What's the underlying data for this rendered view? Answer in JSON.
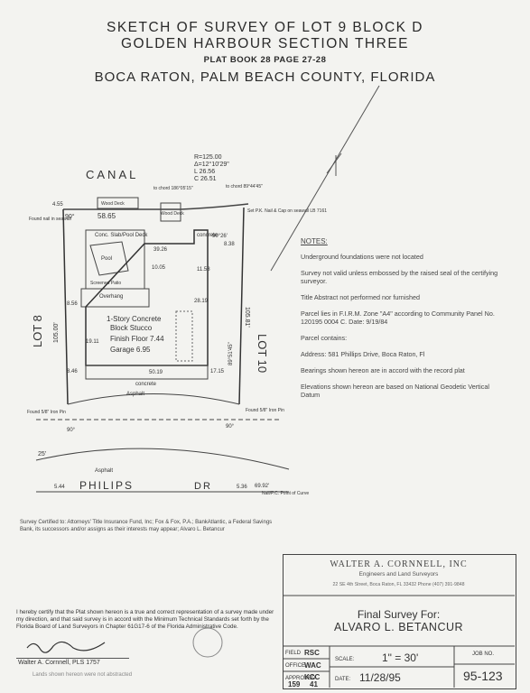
{
  "title": {
    "line1": "SKETCH OF SURVEY OF LOT 9 BLOCK D",
    "line2": "GOLDEN HARBOUR SECTION THREE",
    "line3": "PLAT BOOK 28 PAGE 27-28",
    "line4": "BOCA RATON, PALM BEACH COUNTY, FLORIDA"
  },
  "plat": {
    "canal": "CANAL",
    "curve_r": "R=125.00",
    "curve_delta": "Δ=12°10'29\"",
    "curve_l": "L 26.56",
    "curve_c": "C 26.51",
    "chord1": "to chord 186°05'15\"",
    "chord2": "to chord 89°44'45\"",
    "wood_deck_1": "Wood Deck",
    "wood_deck_2": "Wood Deck",
    "found_nail": "Found nail in seawall",
    "set_pk": "Set P.K. Nail & Cap on seawall LB 7161",
    "dim_455": "4.55",
    "dim_5865": "58.65",
    "dim_9026": "90°26'",
    "dim_90": "90°",
    "concrete_top": "concrete",
    "concrete_bottom": "concrete",
    "slab": "Conc. Slab/Pool Deck",
    "pool": "Pool",
    "screened": "Screened Patio",
    "overhang": "Overhang",
    "dim_3926": "39.26",
    "dim_1005": "10.05",
    "dim_856": "8.56",
    "dim_846": "8.46",
    "dim_1911": "19.11",
    "dim_2819": "28.19",
    "dim_1158": "11.58",
    "dim_838": "8.38",
    "dim_1715": "17.15",
    "dim_5019": "50.19",
    "dim_105_left": "105.00'",
    "dim_105_right": "105.81'",
    "dim_long_right": "89°51'45\"",
    "house1": "1-Story Concrete",
    "house2": "Block Stucco",
    "house3": "Finish Floor 7.44",
    "house4": "Garage 6.95",
    "lot8": "LOT 8",
    "lot10": "LOT 10",
    "asphalt1": "Asphalt",
    "asphalt2": "Asphalt",
    "found_iron_left": "Found 5/8\" Iron Pin",
    "found_iron_right": "Found 5/8\" Iron Pin",
    "dim_bottom_left": "5.44",
    "dim_bottom_right": "5.36",
    "dim_bottom_arc": "69.92'",
    "pc": "Nail/P.C. Point of Curve",
    "street1": "PHILIPS",
    "street2": "DR",
    "dim_25": "25'",
    "dim_90b": "90°",
    "dim_90c": "90°"
  },
  "notes": {
    "heading": "NOTES:",
    "items": [
      "Underground foundations were not located",
      "Survey not valid unless embossed by the raised seal of the certifying surveyor.",
      "Title Abstract not performed nor furnished",
      "Parcel lies in F.I.R.M. Zone \"A4\" according to Community Panel No. 120195 0004 C. Date: 9/19/84",
      "Parcel contains:",
      "Address: 581 Phillips Drive, Boca Raton, Fl",
      "Bearings shown hereon are in accord with the record plat",
      "Elevations shown hereon are based on National Geodetic Vertical Datum"
    ]
  },
  "certified": {
    "text": "Survey Certified to: Attorneys' Title Insurance Fund, Inc; Fox & Fox, P.A.; BankAtlantic, a Federal Savings Bank, its successors and/or assigns as their interests may appear; Alvaro L. Betancur"
  },
  "certify": {
    "text": "I hereby certify that the Plat shown hereon is a true and correct representation of a survey made under my direction, and that said survey is in accord with the Minimum Technical Standards set forth by the Florida Board of Land Surveyors in Chapter 61G17-6 of the Florida Administrative Code.",
    "surveyor": "Walter A. Cornnell, PLS 1757",
    "lands": "Lands shown hereon were not abstracted"
  },
  "titleblock": {
    "firm": "WALTER A. CORNNELL, INC",
    "sub": "Engineers and Land Surveyors",
    "addr": "22 SE 4th Street, Boca Raton, FL  33432   Phone (407) 391-9848",
    "final": "Final Survey For:",
    "client": "ALVARO L. BETANCUR",
    "field_lbl": "FIELD",
    "field_val": "RSC",
    "office_lbl": "OFFICE",
    "office_val": "WAC",
    "approved_lbl": "APPROVED",
    "approved_val": "KCC",
    "fb": "159",
    "pg": "41",
    "scale_lbl": "SCALE:",
    "scale_val": "1\" = 30'",
    "date_lbl": "DATE:",
    "date_val": "11/28/95",
    "job_lbl": "JOB NO.",
    "job_val": "95-123"
  }
}
